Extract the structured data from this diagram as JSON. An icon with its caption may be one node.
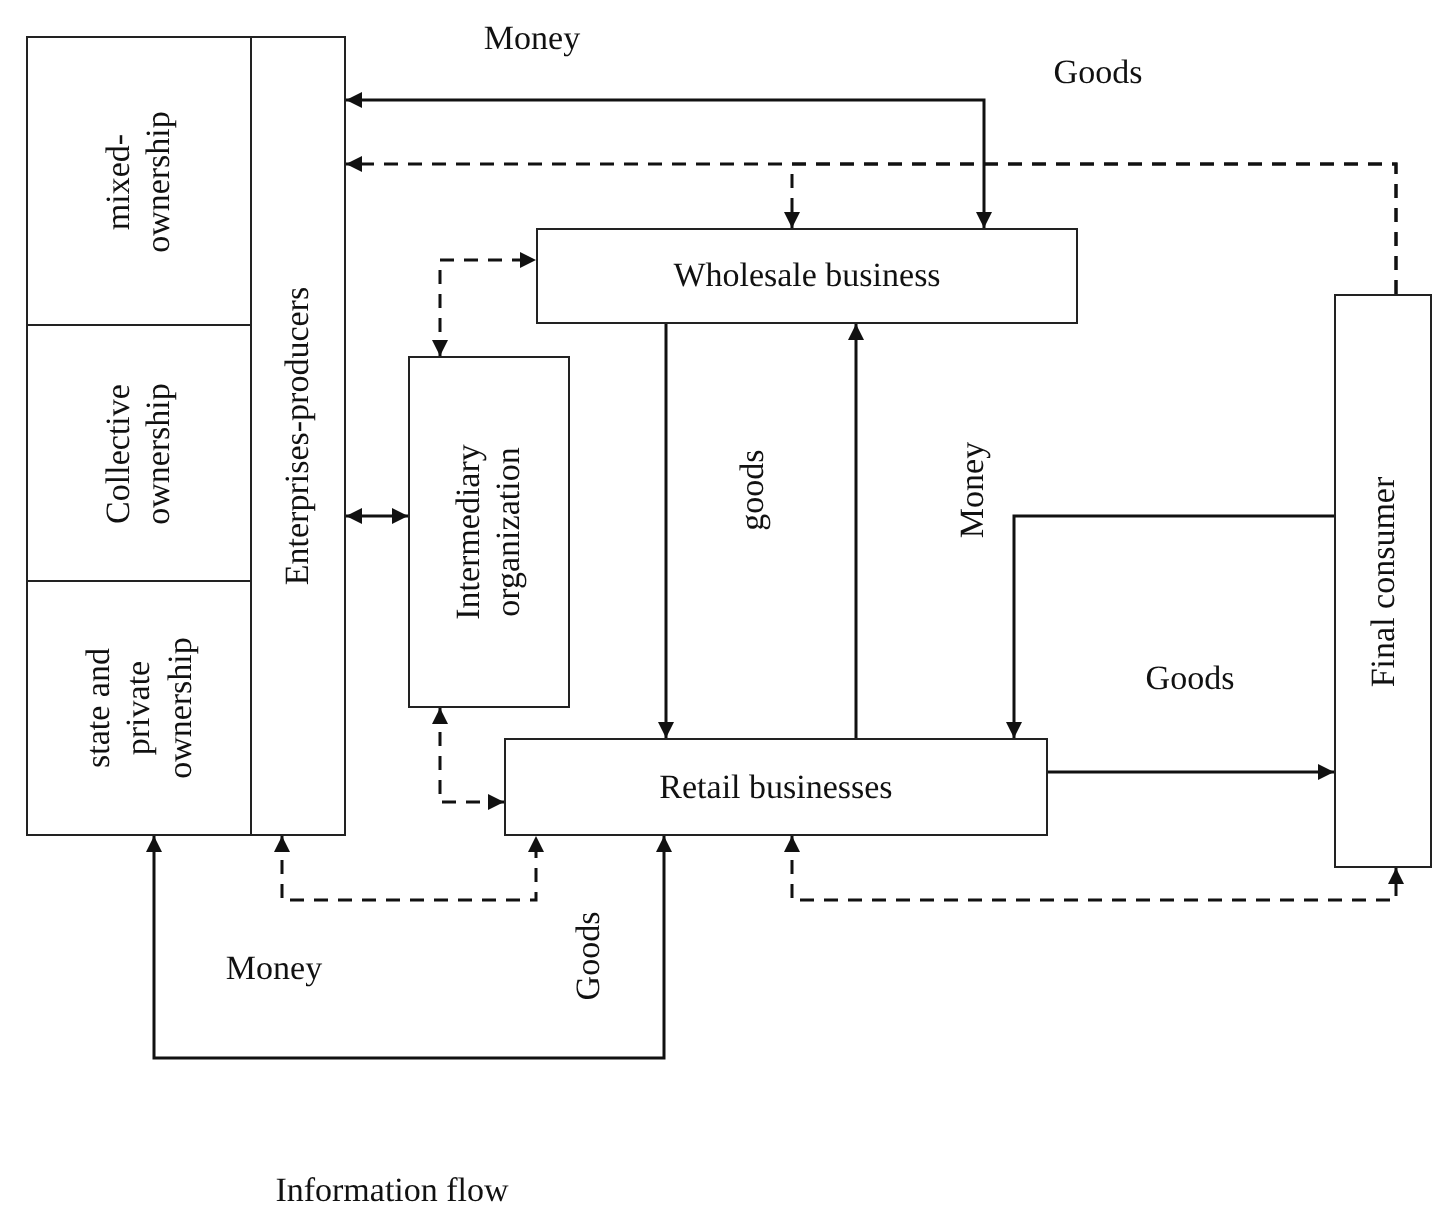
{
  "diagram": {
    "nodes": [
      {
        "text": [
          "mixed- ownership"
        ]
      },
      {
        "text": [
          "Collective ownership"
        ]
      },
      {
        "text": [
          "state and private ownership"
        ]
      },
      {
        "text": [
          "Enterprises-producers"
        ]
      },
      {
        "text": [
          "Wholesale business"
        ]
      },
      {
        "text": [
          "Intermediary organization"
        ]
      },
      {
        "text": [
          "Retail businesses"
        ]
      },
      {
        "text": [
          "Final consumer"
        ]
      }
    ],
    "edges": [
      {
        "from": 4,
        "to": 3,
        "arrow": "both"
      },
      {
        "from": 7,
        "to": 3,
        "arrow": "to",
        "style": "dashed"
      },
      {
        "from": 7,
        "to": 4,
        "arrow": "to",
        "style": "dashed"
      },
      {
        "from": 5,
        "to": 4,
        "arrow": "both",
        "style": "dashed"
      },
      {
        "from": 3,
        "to": 5,
        "arrow": "both"
      },
      {
        "from": 4,
        "to": 6,
        "arrow": "to"
      },
      {
        "from": 6,
        "to": 4,
        "arrow": "to"
      },
      {
        "from": 7,
        "to": 6,
        "arrow": "to"
      },
      {
        "from": 6,
        "to": 7,
        "arrow": "to"
      },
      {
        "from": 5,
        "to": 6,
        "arrow": "both",
        "style": "dashed"
      },
      {
        "from": 3,
        "to": 6,
        "arrow": "both",
        "style": "dashed"
      },
      {
        "from": 6,
        "to": 7,
        "arrow": "both",
        "style": "dashed"
      },
      {
        "from": 2,
        "to": 6,
        "arrow": "both"
      }
    ],
    "labels": [
      "Money",
      "Goods",
      "goods",
      "Money",
      "Goods",
      "Money",
      "Goods",
      "Information flow"
    ]
  }
}
